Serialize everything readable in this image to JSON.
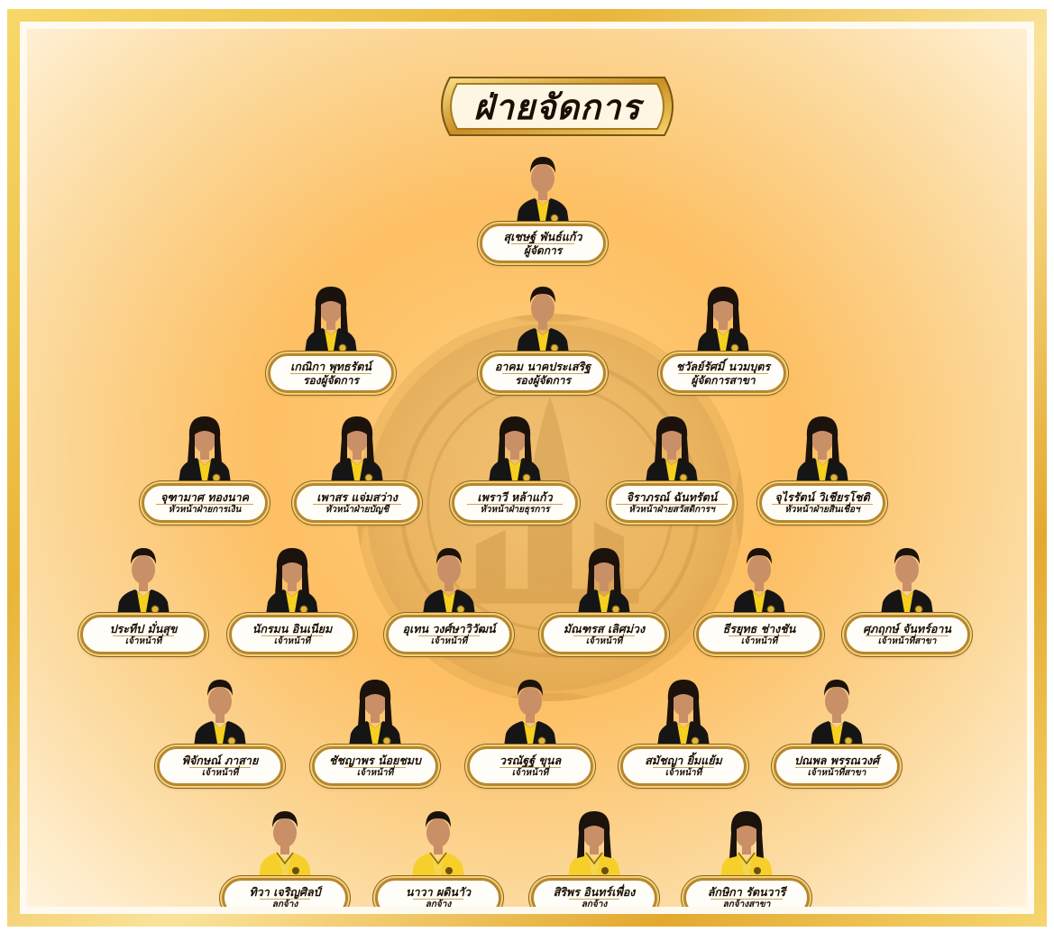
{
  "title": "ฝ่ายจัดการ",
  "colors": {
    "gold": "#d9a533",
    "background": "#fdbf63",
    "jacket": "#151515",
    "shirt_yellow": "#f6cf1f"
  },
  "rows": [
    [
      {
        "name": "สุเชษฐ์ พันธ์แก้ว",
        "role": "ผู้จัดการ",
        "gender": "m",
        "outfit": "suit"
      }
    ],
    [
      {
        "name": "เกณิกา พุทธรัตน์",
        "role": "รองผู้จัดการ",
        "gender": "f",
        "outfit": "suit"
      },
      {
        "name": "อาคม นาคประเสริฐ",
        "role": "รองผู้จัดการ",
        "gender": "m",
        "outfit": "suit"
      },
      {
        "name": "ชวัลย์รัศมิ์ นวมบุตร",
        "role": "ผู้จัดการสาขา",
        "gender": "f",
        "outfit": "suit"
      }
    ],
    [
      {
        "name": "จุฑามาศ ทองนาค",
        "role": "หัวหน้าฝ่ายการเงิน",
        "gender": "f",
        "outfit": "suit"
      },
      {
        "name": "เพาสร แจ่มสว่าง",
        "role": "หัวหน้าฝ่ายบัญชี",
        "gender": "f",
        "outfit": "suit"
      },
      {
        "name": "เพราวี หล้าแก้ว",
        "role": "หัวหน้าฝ่ายธุรการ",
        "gender": "f",
        "outfit": "suit"
      },
      {
        "name": "จิราภรณ์ ฉันทรัตน์",
        "role": "หัวหน้าฝ่ายสวัสดิการฯ",
        "gender": "f",
        "outfit": "suit"
      },
      {
        "name": "จุไรรัตน์ วิเชียรโชติ",
        "role": "หัวหน้าฝ่ายสินเชื่อฯ",
        "gender": "f",
        "outfit": "suit"
      }
    ],
    [
      {
        "name": "ประทีป มั่นสุข",
        "role": "เจ้าหน้าที่",
        "gender": "m",
        "outfit": "suit"
      },
      {
        "name": "นักรมน อินเนียม",
        "role": "เจ้าหน้าที่",
        "gender": "f",
        "outfit": "suit"
      },
      {
        "name": "อุเทน วงศ์ษาวิวัฒน์",
        "role": "เจ้าหน้าที่",
        "gender": "m",
        "outfit": "suit"
      },
      {
        "name": "มัณฑรส เลิศม่วง",
        "role": "เจ้าหน้าที่",
        "gender": "f",
        "outfit": "suit"
      },
      {
        "name": "ธีรยุทธ ช่างชัน",
        "role": "เจ้าหน้าที่",
        "gender": "m",
        "outfit": "suit"
      },
      {
        "name": "ศุภฤกษ์ จันทร์อาน",
        "role": "เจ้าหน้าที่สาขา",
        "gender": "m",
        "outfit": "suit"
      }
    ],
    [
      {
        "name": "พิจักษณ์ ภาสาย",
        "role": "เจ้าหน้าที่",
        "gender": "m",
        "outfit": "suit"
      },
      {
        "name": "ชัชญาพร น้อยชมบ",
        "role": "เจ้าหน้าที่",
        "gender": "f",
        "outfit": "suit"
      },
      {
        "name": "วรณัฐฐ์ ขุนล",
        "role": "เจ้าหน้าที่",
        "gender": "m",
        "outfit": "suit"
      },
      {
        "name": "สมัชญา ยิ้มแย้ม",
        "role": "เจ้าหน้าที่",
        "gender": "f",
        "outfit": "suit"
      },
      {
        "name": "ปณพล พรรณวงศ์",
        "role": "เจ้าหน้าที่สาขา",
        "gender": "m",
        "outfit": "suit"
      }
    ],
    [
      {
        "name": "ทิวา เจริญศิลป์",
        "role": "ลูกจ้าง",
        "gender": "m",
        "outfit": "yellow"
      },
      {
        "name": "นาวา ผดินาัว",
        "role": "ลูกจ้าง",
        "gender": "m",
        "outfit": "yellow"
      },
      {
        "name": "สิริพร อินทร์เพื่อง",
        "role": "ลูกจ้าง",
        "gender": "f",
        "outfit": "yellow"
      },
      {
        "name": "ลักษิกา รัตนวารี",
        "role": "ลูกจ้างสาขา",
        "gender": "f",
        "outfit": "yellow"
      }
    ]
  ]
}
